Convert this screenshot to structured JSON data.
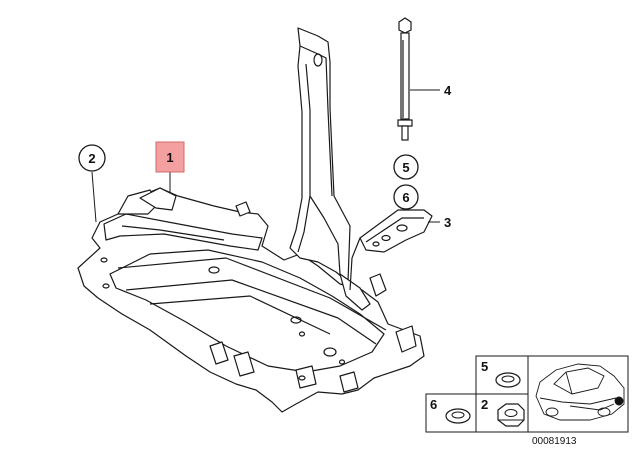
{
  "callouts": {
    "part_1": "1",
    "part_2": "2",
    "part_3": "3",
    "part_4": "4",
    "part_5": "5",
    "part_6": "6"
  },
  "inset": {
    "item_5": "5",
    "item_6": "6",
    "item_2": "2"
  },
  "reference_number": "00081913",
  "colors": {
    "highlight": "#f4a0a0",
    "line": "#1a1a1a"
  }
}
